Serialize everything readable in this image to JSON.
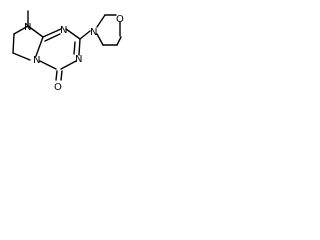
{
  "atoms": {
    "n_methyl": "N",
    "n_ring_a": "N",
    "n_ring_b": "N",
    "n_bridge": "N",
    "n_morpholine": "N",
    "o_morpholine": "O",
    "o_carbonyl": "O"
  }
}
